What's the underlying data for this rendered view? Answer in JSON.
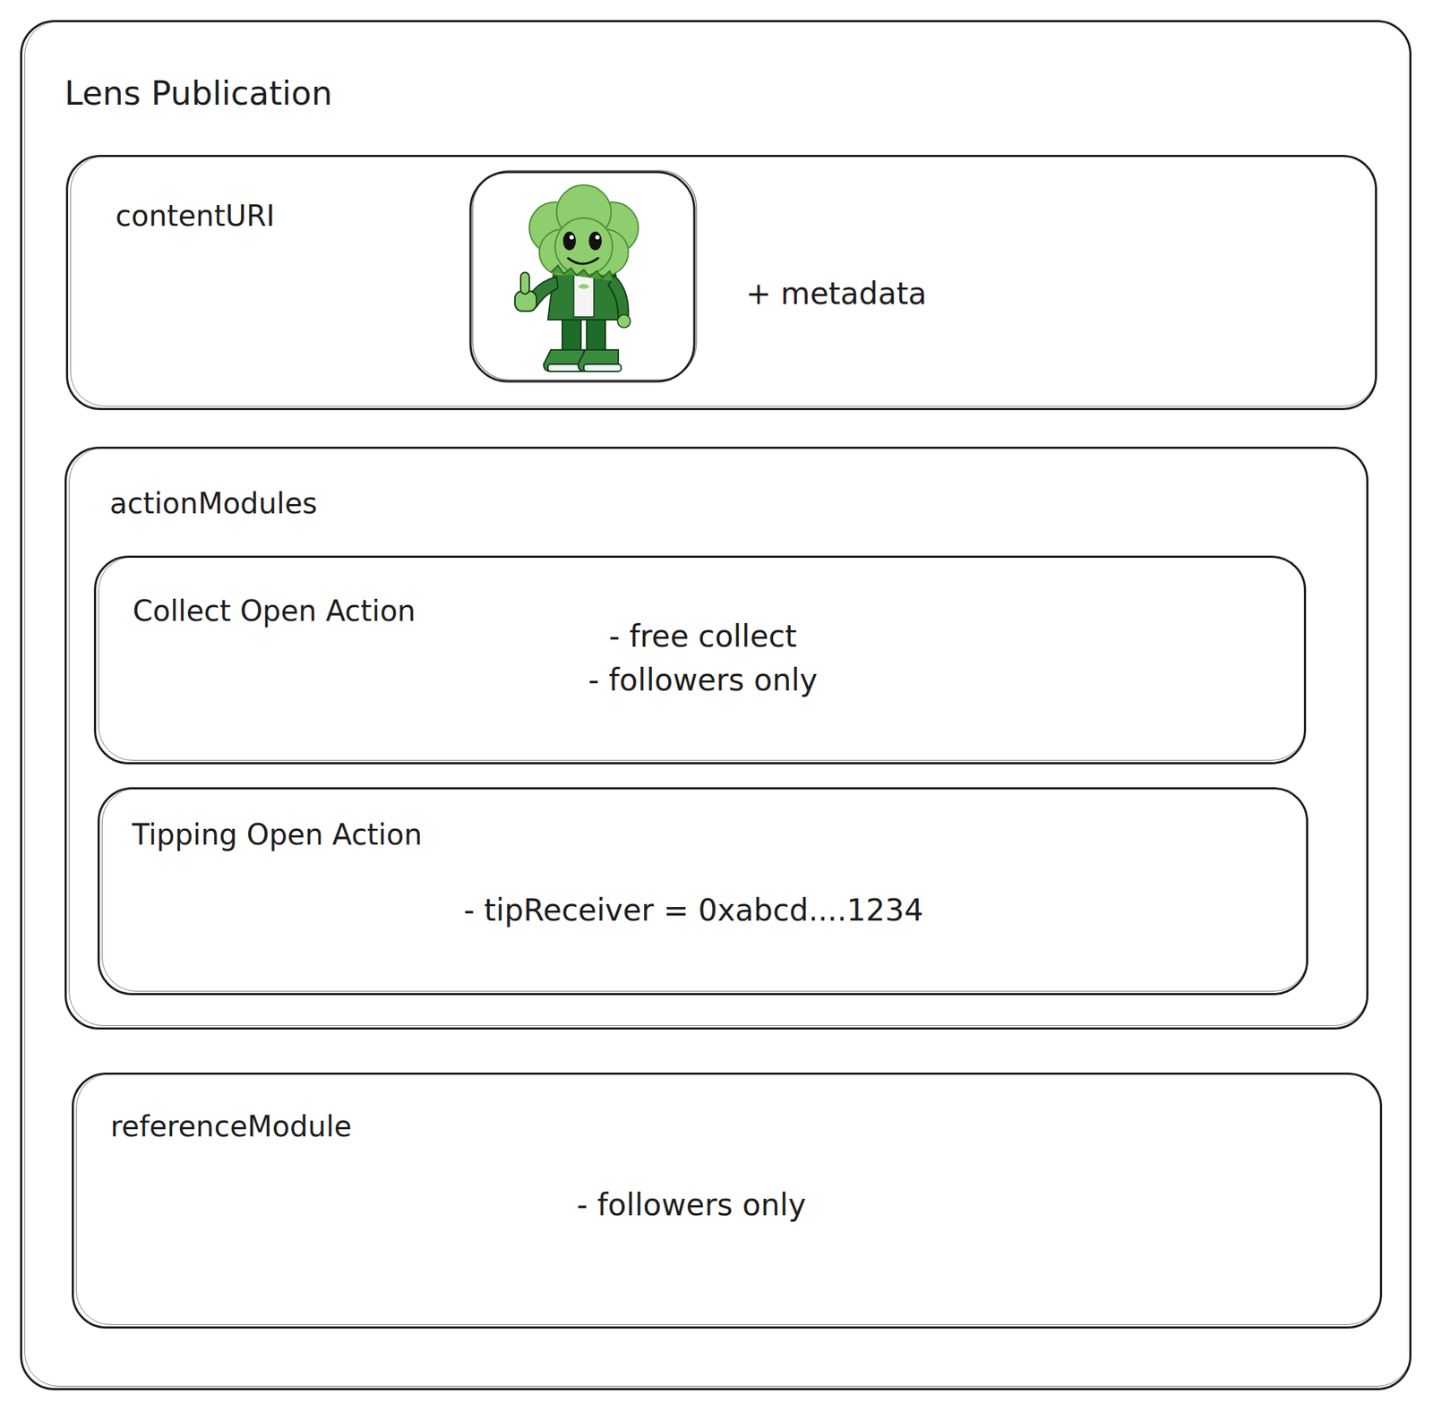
{
  "diagram": {
    "nodes": [
      {
        "text": [
          "Lens Publication"
        ]
      },
      {
        "text": [
          "contentURI",
          "+ metadata"
        ],
        "in": 0
      },
      {
        "text": [
          "actionModules"
        ],
        "in": 0
      },
      {
        "text": [
          "Collect Open Action",
          "- free collect",
          "- followers only"
        ],
        "in": 2
      },
      {
        "text": [
          "Tipping Open Action",
          "- tipReceiver = 0xabcd....1234"
        ],
        "in": 2
      },
      {
        "text": [
          "referenceModule",
          "- followers only"
        ],
        "in": 0
      }
    ]
  }
}
